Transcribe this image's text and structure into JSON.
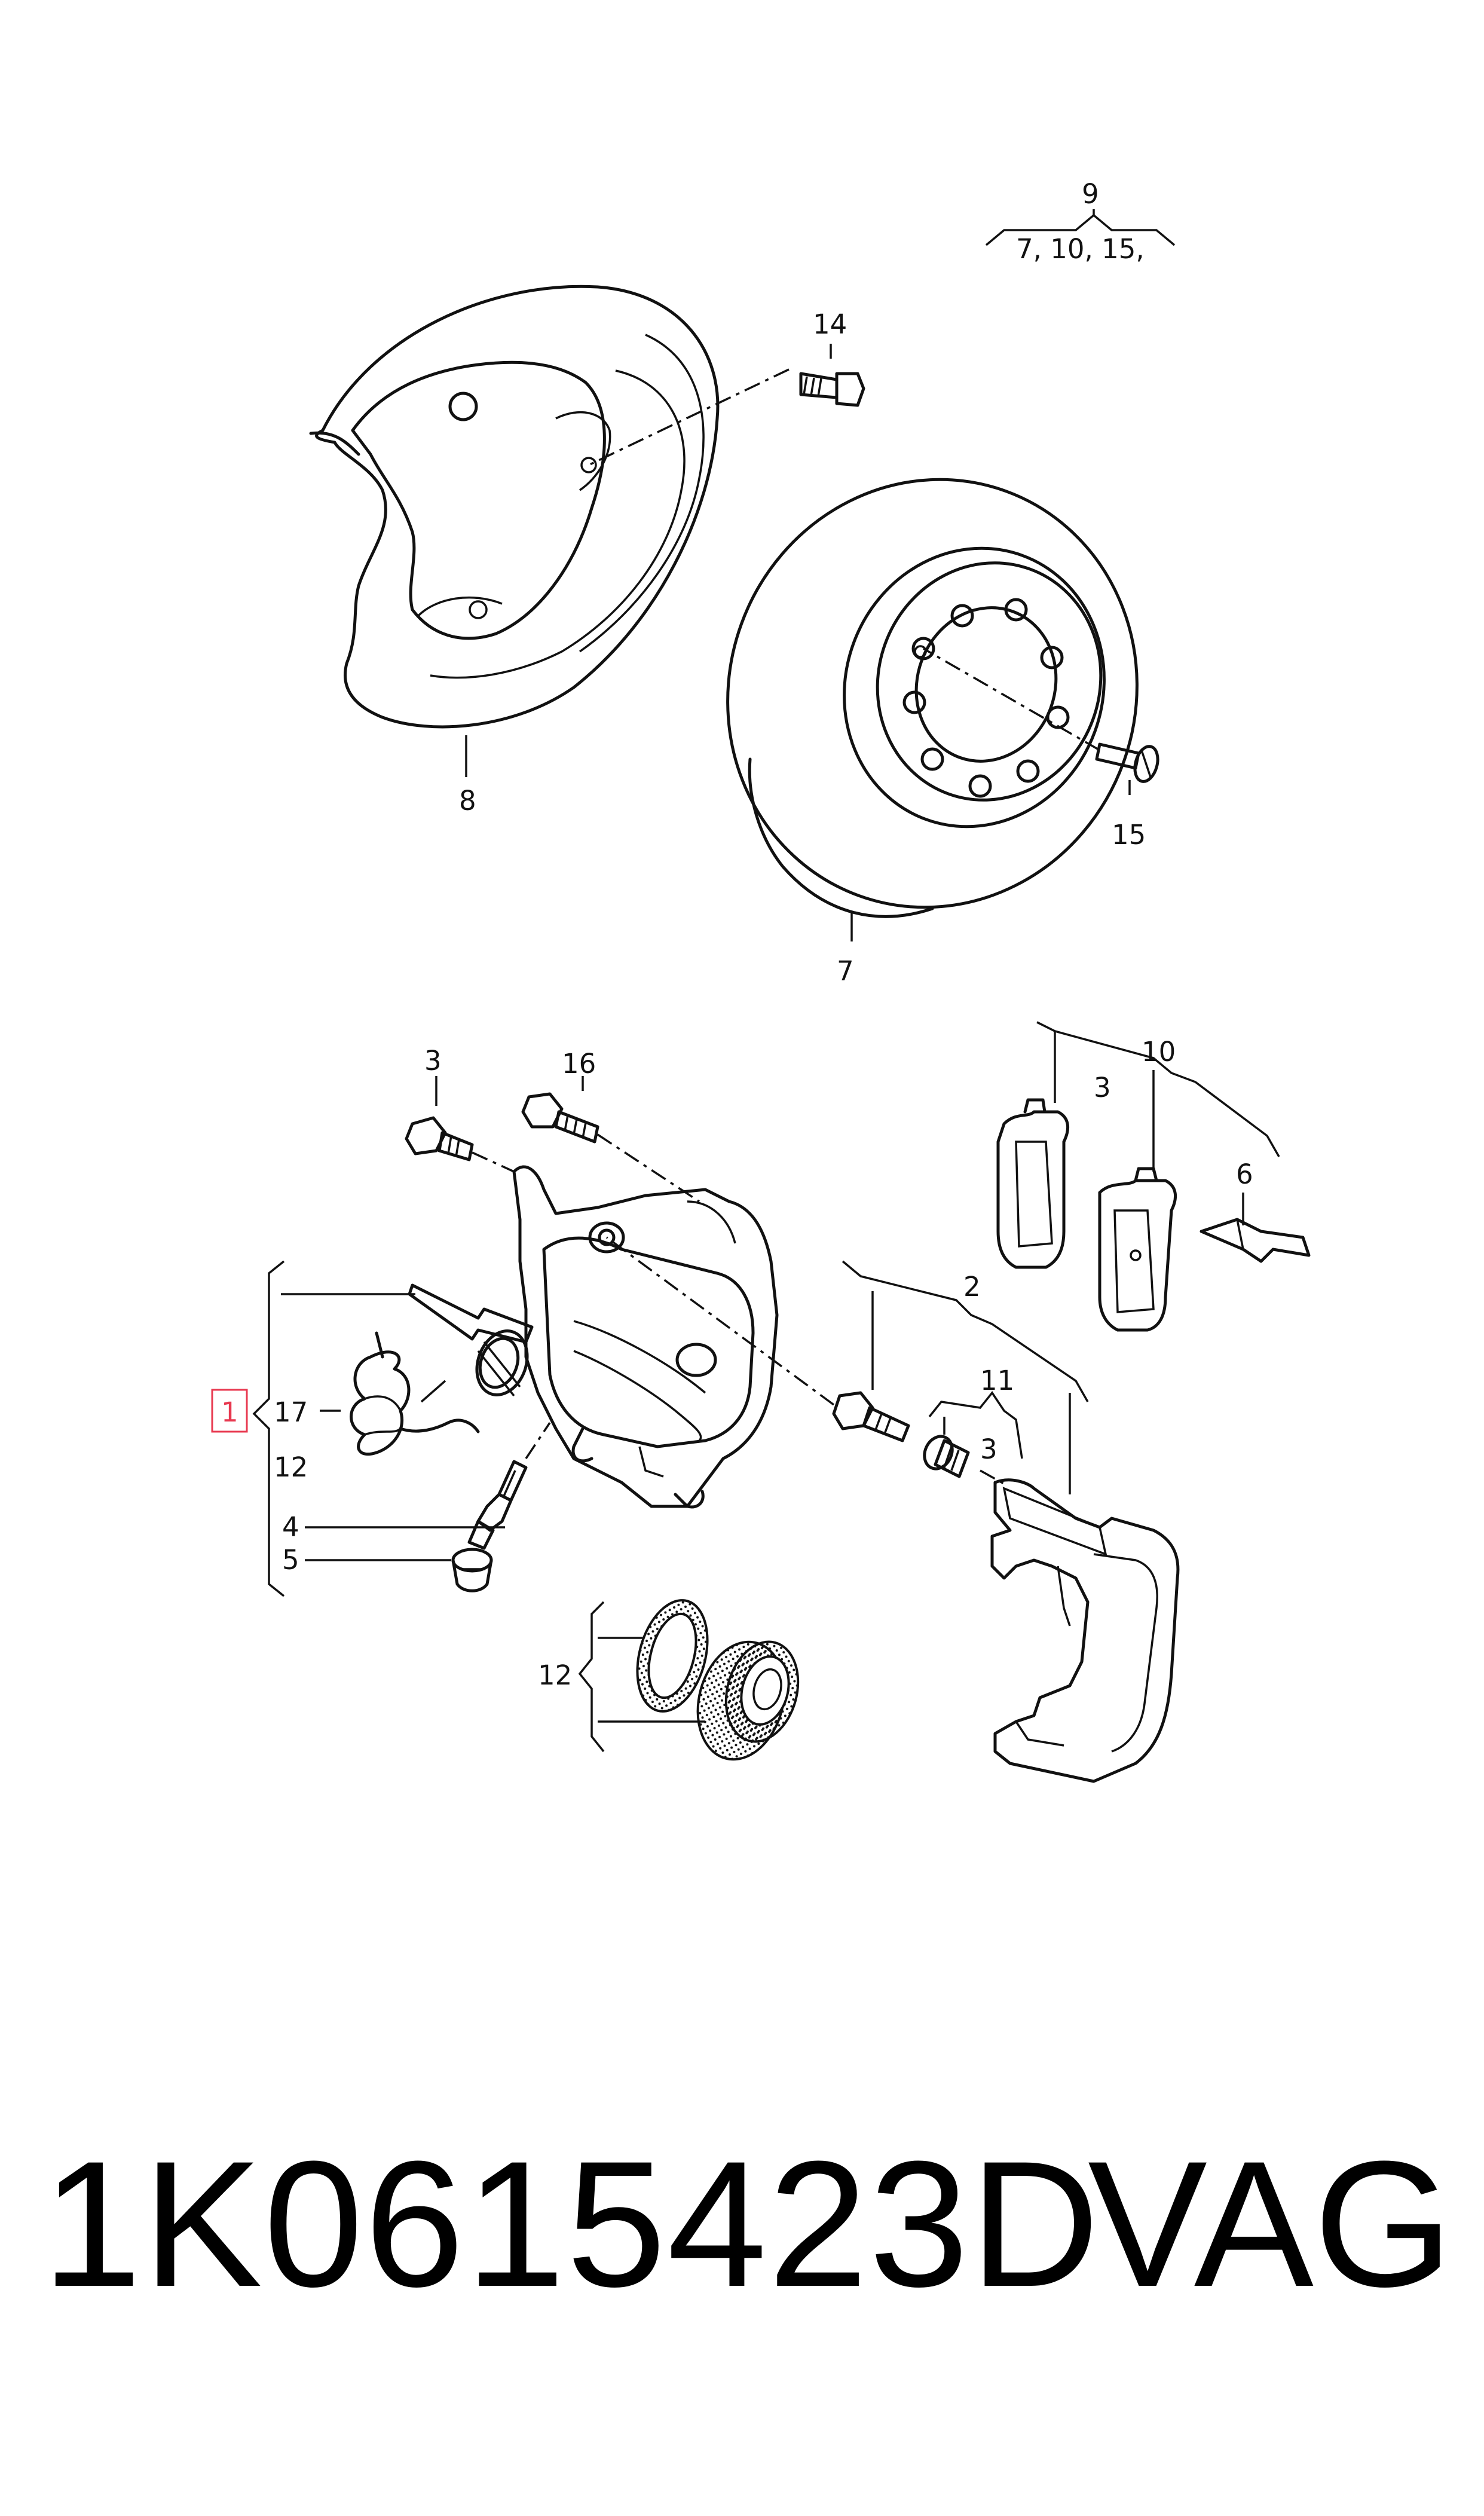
{
  "callouts": {
    "c9": "9",
    "c9_sub": "7, 10, 15,",
    "c14": "14",
    "c8": "8",
    "c15": "15",
    "c7": "7",
    "c3a": "3",
    "c16": "16",
    "c10": "10",
    "c3b": "3",
    "c6": "6",
    "c2": "2",
    "c11": "11",
    "c3c": "3",
    "c1": "1",
    "c17": "17",
    "c12a": "12",
    "c4": "4",
    "c5": "5",
    "c12b": "12"
  },
  "highlight_color": "#e8384f",
  "footer": {
    "part_number": "1K0615423D",
    "brand": "VAG"
  }
}
